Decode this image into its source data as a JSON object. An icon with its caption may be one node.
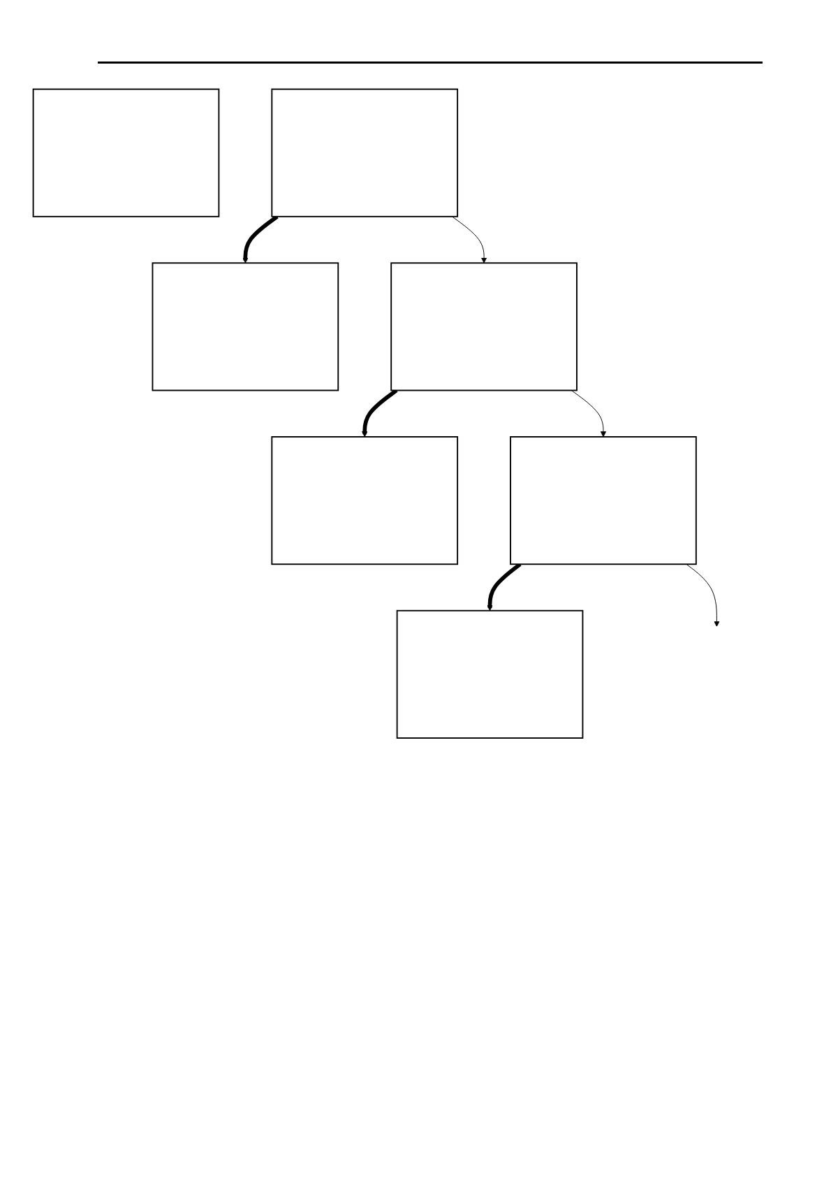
{
  "diagram": {
    "nodes": [
      {
        "text": [],
        "shape": "box"
      },
      {
        "text": [],
        "shape": "box"
      },
      {
        "text": [],
        "shape": "box"
      },
      {
        "text": [],
        "shape": "box"
      },
      {
        "text": [],
        "shape": "box"
      },
      {
        "text": [],
        "shape": "box"
      },
      {
        "text": [],
        "shape": "box"
      }
    ],
    "edges": [
      {
        "from": 1,
        "to": 2,
        "arrow": "to",
        "style": "thick"
      },
      {
        "from": 1,
        "to": 3,
        "arrow": "to"
      },
      {
        "from": 3,
        "to": 4,
        "arrow": "to",
        "style": "thick"
      },
      {
        "from": 3,
        "to": 5,
        "arrow": "to"
      },
      {
        "from": 5,
        "to": 6,
        "arrow": "to",
        "style": "thick"
      },
      {
        "from": 5,
        "to": null,
        "arrow": "to"
      }
    ]
  }
}
